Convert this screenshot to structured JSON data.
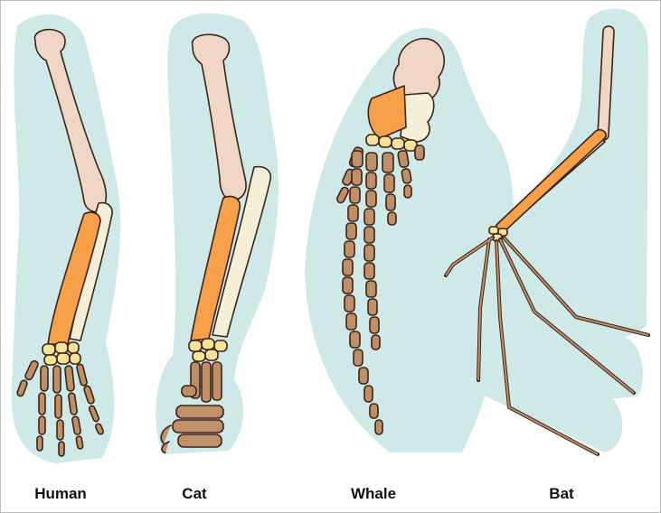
{
  "labels": {
    "human": "Human",
    "cat": "Cat",
    "whale": "Whale",
    "bat": "Bat"
  },
  "colors": {
    "silhouette": "#cfe8e8",
    "humerus": "#f0d6c6",
    "radius": "#f6a04a",
    "ulna": "#f6efd7",
    "carpals": "#f8e29a",
    "digits": "#bf9068",
    "outline": "#3a2418"
  },
  "icons": [
    "human-forelimb-illustration",
    "cat-forelimb-illustration",
    "whale-flipper-illustration",
    "bat-wing-illustration"
  ]
}
